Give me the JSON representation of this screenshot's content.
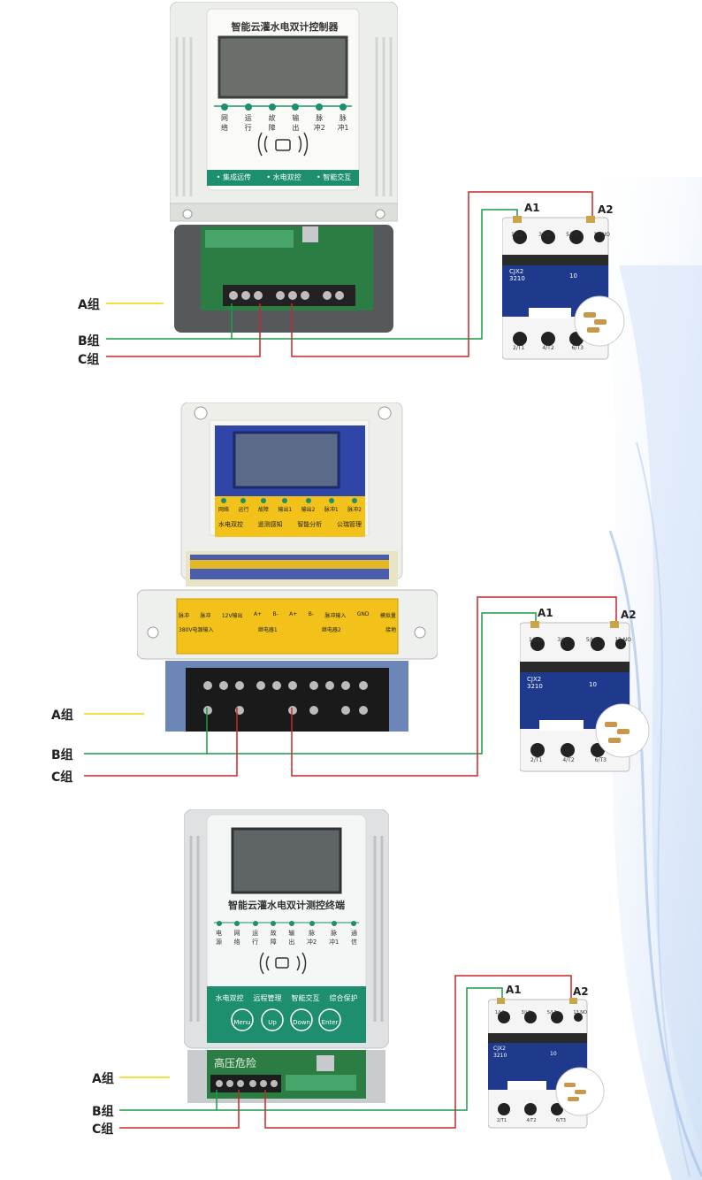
{
  "colors": {
    "wire_a": "#f2d400",
    "wire_b": "#1a9a4a",
    "wire_c": "#c8262c",
    "teal": "#1e8f6e",
    "yellow_panel": "#f3c21a",
    "contactor_blue": "#1f3a8c"
  },
  "groups": {
    "a": "A组",
    "b": "B组",
    "c": "C组"
  },
  "terminals": {
    "a1": "A1",
    "a2": "A2"
  },
  "device1": {
    "title": "智能云灌水电双计控制器",
    "leds": [
      {
        "line1": "网",
        "line2": "络"
      },
      {
        "line1": "运",
        "line2": "行"
      },
      {
        "line1": "故",
        "line2": "障"
      },
      {
        "line1": "输",
        "line2": "出"
      },
      {
        "line1": "脉",
        "line2": "冲2"
      },
      {
        "line1": "脉",
        "line2": "冲1"
      }
    ],
    "features": [
      "• 集成远传",
      "• 水电双控",
      "• 智能交互"
    ]
  },
  "device2": {
    "leds": [
      "网络",
      "运行",
      "故障",
      "输出1",
      "输出2",
      "脉冲1",
      "脉冲2"
    ],
    "features": [
      "水电双控",
      "遥测感知",
      "智能分析",
      "公瑞管理"
    ],
    "terminal_labels": [
      "脉冲",
      "脉冲",
      "12V输出",
      "A+",
      "B-",
      "A+",
      "B-",
      "脉冲输入",
      "GND",
      "模拟量"
    ],
    "terminal_row2": [
      "380V电源输入",
      "继电器1",
      "继电器2",
      "接地"
    ]
  },
  "device3": {
    "title": "智能云灌水电双计测控终端",
    "leds": [
      {
        "line1": "电",
        "line2": "源"
      },
      {
        "line1": "网",
        "line2": "络"
      },
      {
        "line1": "运",
        "line2": "行"
      },
      {
        "line1": "故",
        "line2": "障"
      },
      {
        "line1": "输",
        "line2": "出"
      },
      {
        "line1": "脉",
        "line2": "冲2"
      },
      {
        "line1": "脉",
        "line2": "冲1"
      },
      {
        "line1": "通",
        "line2": "信"
      }
    ],
    "features": [
      "水电双控",
      "远程管理",
      "智能交互",
      "综合保护"
    ],
    "buttons": [
      "Menu",
      "Up",
      "Down",
      "Enter"
    ],
    "warning": "高压危险"
  },
  "contactor": {
    "top_labels": [
      "1/L1",
      "3/L2",
      "5/L3",
      "13 NO"
    ],
    "model": "CJX2",
    "model2": "3210",
    "rating": "10",
    "bottom_labels": [
      "2/T1",
      "4/T2",
      "6/T3"
    ]
  }
}
